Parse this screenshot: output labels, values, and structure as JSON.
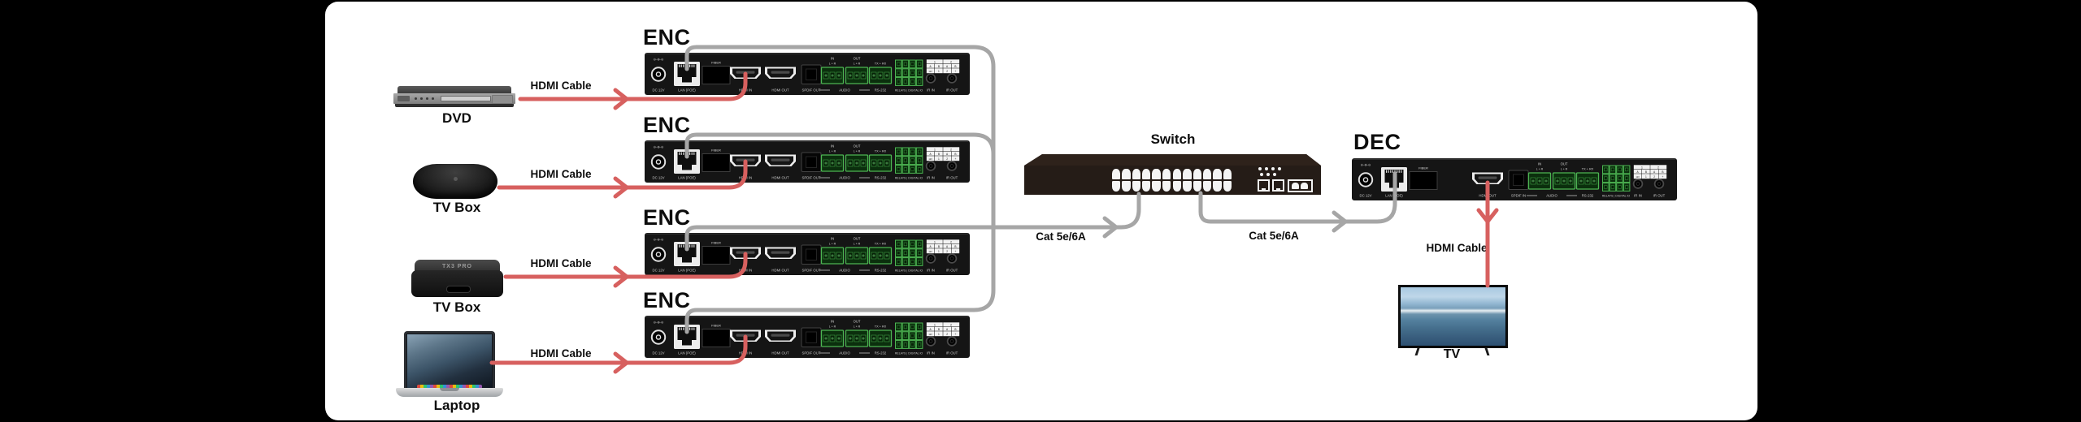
{
  "labels": {
    "switch": "Switch",
    "hdmi_cable": "HDMI Cable",
    "cat_cable": "Cat  5e/6A",
    "tv": "TV"
  },
  "colors": {
    "background": "#000000",
    "panel": "#ffffff",
    "hdmi_cable": "#d7605f",
    "cat_cable": "#a6a6a6",
    "device_body": "#151515",
    "terminal_green": "#4cb552"
  },
  "sources": [
    {
      "name": "DVD"
    },
    {
      "name": "TV Box"
    },
    {
      "name": "TV Box",
      "mark": "TX3 PRO"
    },
    {
      "name": "Laptop"
    }
  ],
  "encoder": {
    "title": "ENC",
    "ports": [
      {
        "kind": "dc",
        "label": "DC 12V",
        "polarity": "⊖-⊕-⊖"
      },
      {
        "kind": "lan",
        "label": "LAN (POE)"
      },
      {
        "kind": "fiber",
        "label": "FIBER"
      },
      {
        "kind": "hdmi",
        "slot": 3,
        "label": "HDMI IN"
      },
      {
        "kind": "hdmi",
        "slot": 4,
        "label": "HDMI OUT"
      },
      {
        "kind": "spdif",
        "label": "SPDIF OUT"
      },
      {
        "kind": "audio",
        "label": "AUDIO",
        "captions": [
          "IN",
          "OUT"
        ],
        "sub": "L + R"
      },
      {
        "kind": "terminal",
        "label": "RS-232",
        "caption": "TX + RX"
      },
      {
        "kind": "relays",
        "label": "RELAYS | DIGITAL IO"
      },
      {
        "kind": "ir",
        "labels": [
          "IR IN",
          "IR OUT"
        ]
      }
    ]
  },
  "decoder": {
    "title": "DEC",
    "ports": [
      {
        "kind": "dc",
        "label": "DC 12V",
        "polarity": "⊖-⊕-⊖"
      },
      {
        "kind": "lan",
        "label": "LAN (POE)"
      },
      {
        "kind": "fiber",
        "label": "FIBER"
      },
      {
        "kind": "hdmi",
        "slot": 4,
        "label": "HDMI OUT"
      },
      {
        "kind": "spdif",
        "label": "SPDIF IN"
      },
      {
        "kind": "audio",
        "label": "AUDIO",
        "captions": [
          "IN",
          "OUT"
        ],
        "sub": "L + R"
      },
      {
        "kind": "terminal",
        "label": "RS-232",
        "caption": "TX + RX"
      },
      {
        "kind": "relays",
        "label": "RELAYS | DIGITAL IO"
      },
      {
        "kind": "ir",
        "labels": [
          "IR IN",
          "IR OUT"
        ]
      }
    ]
  },
  "mini_table": [
    [
      "1",
      "2"
    ],
    [
      "A",
      "B",
      "A",
      "B"
    ],
    [
      "12V",
      "1",
      "2",
      "+"
    ]
  ]
}
